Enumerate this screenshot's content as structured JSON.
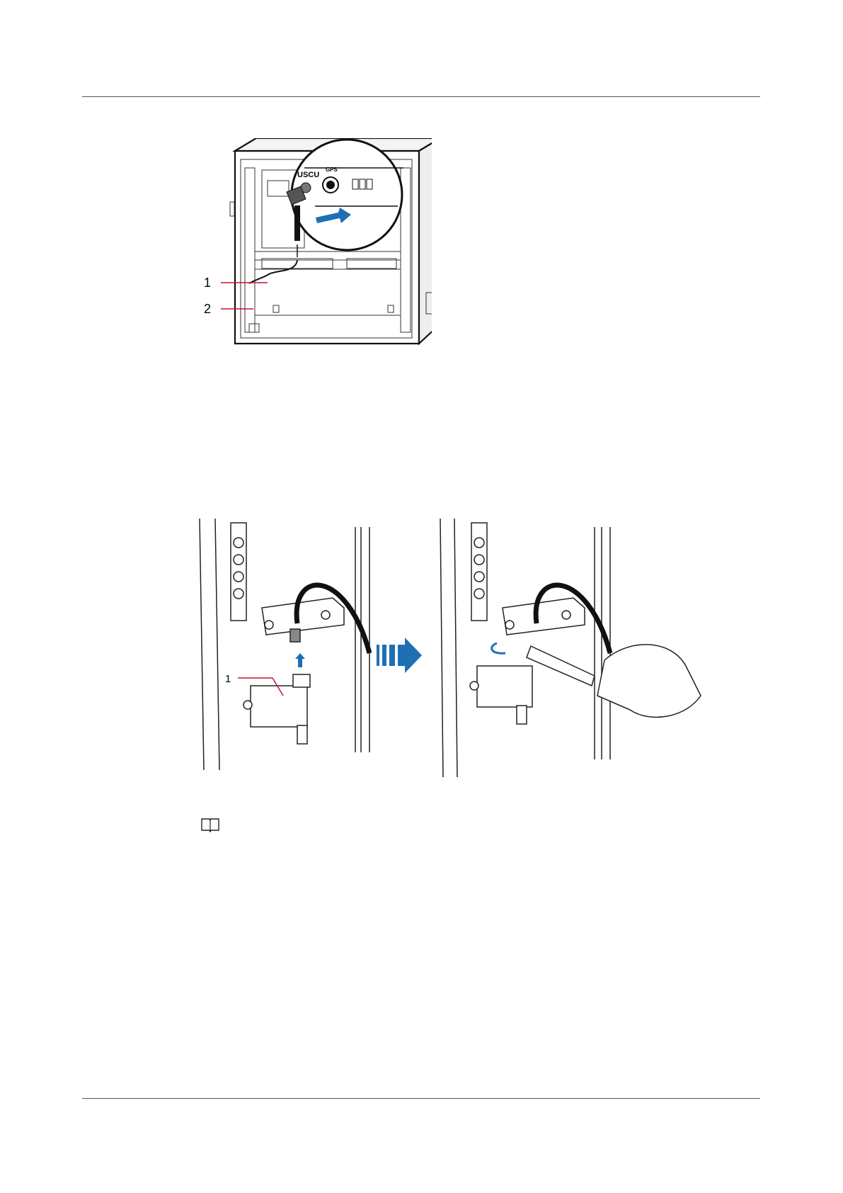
{
  "figure1": {
    "callouts": [
      {
        "label": "1"
      },
      {
        "label": "2"
      }
    ],
    "inset_labels": {
      "board": "USCU",
      "port": "GPS"
    }
  },
  "figure2": {
    "callouts": [
      {
        "label": "1"
      }
    ]
  },
  "note": {
    "icon": "book-icon"
  }
}
